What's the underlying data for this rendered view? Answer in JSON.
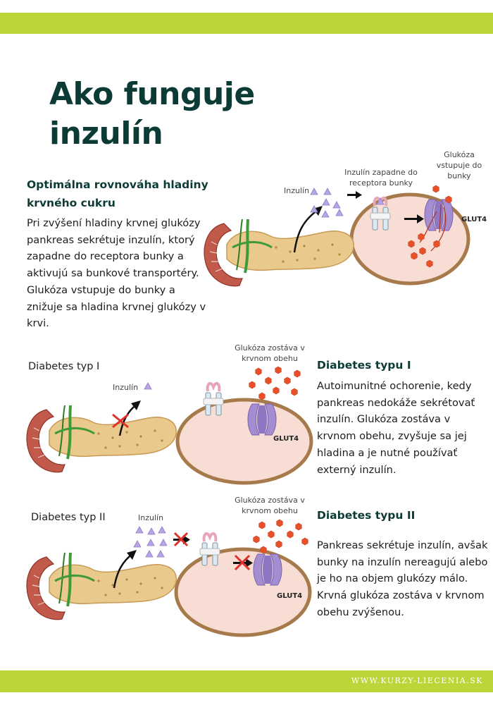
{
  "title": "Ako funguje inzulín",
  "section_normal": {
    "heading": "Optimálna rovnováha hladiny krvného cukru",
    "text": "Pri zvýšení hladiny krvnej glukózy pankreas sekrétuje inzulín, ktorý zapadne do receptora bunky a aktivujú sa bunkové transportéry. Glukóza vstupuje do bunky a znižuje sa hladina krvnej glukózy v krvi."
  },
  "section_type1": {
    "heading": "Diabetes typu I",
    "text": "Autoimunitné ochorenie, kedy pankreas nedokáže sekrétovať inzulín. Glukóza zostáva v krvnom obehu, zvyšuje sa jej hladina a je nutné používať externý inzulín."
  },
  "section_type2": {
    "heading": "Diabetes typu II",
    "text": "Pankreas sekrétuje inzulín, avšak bunky na inzulín nereagujú alebo je ho na objem glukózy málo.  Krvná glukóza zostáva v krvnom obehu zvýšenou."
  },
  "diagram_normal": {
    "label_insulin": "Inzulín",
    "label_receptor_line1": "Inzulín zapadne do",
    "label_receptor_line2": "receptora bunky",
    "label_glucose_line1": "Glukóza",
    "label_glucose_line2": "vstupuje do",
    "label_glucose_line3": "bunky",
    "label_glut": "GLUT4"
  },
  "diagram_type1": {
    "type_label": "Diabetes typ I",
    "label_insulin": "Inzulín",
    "label_glucose_line1": "Glukóza zostáva v",
    "label_glucose_line2": "krvnom obehu",
    "label_glut": "GLUT4"
  },
  "diagram_type2": {
    "type_label": "Diabetes typ II",
    "label_insulin": "Inzulín",
    "label_glucose_line1": "Glukóza zostáva v",
    "label_glucose_line2": "krvnom obehu",
    "label_glut": "GLUT4"
  },
  "footer": {
    "website": "WWW.KURZY-LIECENIA.SK"
  },
  "colors": {
    "accent_green": "#bcd63a",
    "heading_dark": "#0c3b36",
    "cell_fill": "#f8ddd5",
    "cell_border": "#a77a4c",
    "glucose": "#e8502a",
    "insulin": "#a99bdc",
    "glut": "#9e82c8"
  }
}
